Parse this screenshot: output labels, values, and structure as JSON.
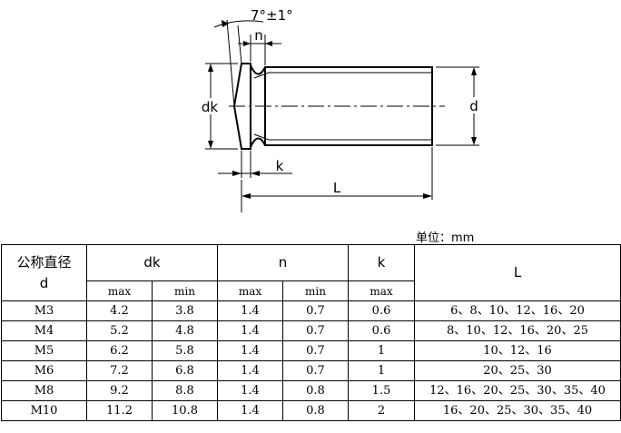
{
  "drawing": {
    "angle_label": "7°±1°",
    "n_label": "n",
    "dk_label": "dk",
    "d_label": "d",
    "k_label": "k",
    "L_label": "L"
  },
  "unit_label": "单位：mm",
  "table": {
    "header": {
      "col1": "公称直径",
      "col1_sub": "d",
      "dk": "dk",
      "n": "n",
      "k": "k",
      "L": "L",
      "max": "max",
      "min": "min"
    },
    "rows": [
      {
        "d": "M3",
        "dk_max": "4.2",
        "dk_min": "3.8",
        "n_max": "1.4",
        "n_min": "0.7",
        "k_max": "0.6",
        "L": "6、8、10、12、16、20"
      },
      {
        "d": "M4",
        "dk_max": "5.2",
        "dk_min": "4.8",
        "n_max": "1.4",
        "n_min": "0.7",
        "k_max": "0.6",
        "L": "8、10、12、16、20、25"
      },
      {
        "d": "M5",
        "dk_max": "6.2",
        "dk_min": "5.8",
        "n_max": "1.4",
        "n_min": "0.7",
        "k_max": "1",
        "L": "10、12、16"
      },
      {
        "d": "M6",
        "dk_max": "7.2",
        "dk_min": "6.8",
        "n_max": "1.4",
        "n_min": "0.7",
        "k_max": "1",
        "L": "20、25、30"
      },
      {
        "d": "M8",
        "dk_max": "9.2",
        "dk_min": "8.8",
        "n_max": "1.4",
        "n_min": "0.8",
        "k_max": "1.5",
        "L": "12、16、20、25、30、35、40"
      },
      {
        "d": "M10",
        "dk_max": "11.2",
        "dk_min": "10.8",
        "n_max": "1.4",
        "n_min": "0.8",
        "k_max": "2",
        "L": "16、20、25、30、35、40"
      }
    ]
  }
}
